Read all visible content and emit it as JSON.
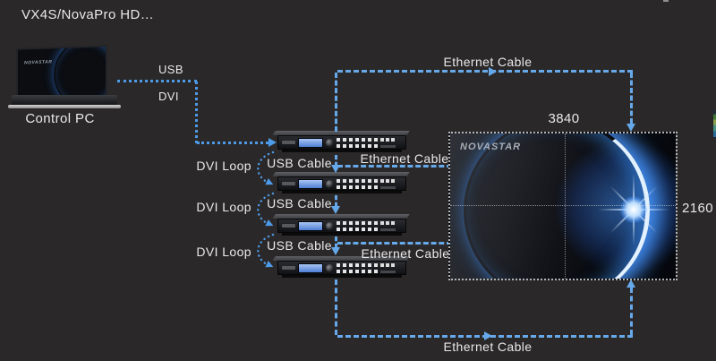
{
  "title": "VX4S/NovaPro HD…",
  "control_pc": {
    "label": "Control PC",
    "brand": "NOVASTAR"
  },
  "pc_cables": {
    "usb": "USB",
    "dvi": "DVI"
  },
  "dvi_loops": [
    "DVI Loop",
    "DVI Loop",
    "DVI Loop"
  ],
  "usb_cables": [
    "USB Cable",
    "USB Cable",
    "USB Cable"
  ],
  "ethernet_cables": {
    "top": "Ethernet Cable",
    "middle_upper": "Ethernet Cable",
    "middle_lower": "Ethernet Cable",
    "bottom": "Ethernet Cable"
  },
  "led_display": {
    "brand": "NOVASTAR",
    "width_label": "3840",
    "height_label": "2160"
  },
  "processors": {
    "count": 4
  },
  "colors": {
    "background": "#2b2829",
    "cable_dotted_blue": "#4d9be8",
    "cable_dashed_blue": "#66a9ea",
    "label_text": "#e9e9e9",
    "display_glow_blue": "#3c8cff"
  }
}
